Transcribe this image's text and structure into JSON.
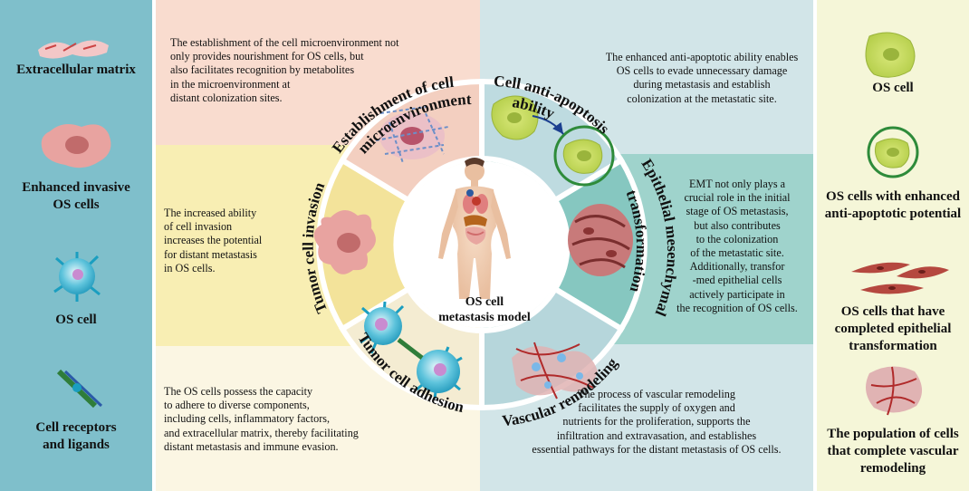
{
  "left_legend": {
    "items": [
      {
        "label": "Extracellular matrix",
        "icon": "extracellular-matrix-icon"
      },
      {
        "label": "Enhanced invasive\nOS cells",
        "icon": "invasive-cell-icon"
      },
      {
        "label": "OS cell",
        "icon": "os-cell-icon"
      },
      {
        "label": "Cell receptors\nand ligands",
        "icon": "receptor-ligand-icon"
      }
    ]
  },
  "right_legend": {
    "items": [
      {
        "label": "OS cell",
        "icon": "green-cell-icon"
      },
      {
        "label": "OS cells with enhanced\nanti-apoptotic potential",
        "icon": "ringed-cell-icon"
      },
      {
        "label": "OS cells that have\ncompleted epithelial\ntransformation",
        "icon": "spindle-cells-icon"
      },
      {
        "label": "The population of cells\nthat complete vascular\nremodeling",
        "icon": "vascular-cells-icon"
      }
    ]
  },
  "center": {
    "label": "OS cell\nmetastasis model",
    "icon": "human-body-icon"
  },
  "segments": {
    "microenvironment": {
      "title_line1": "Establishment of cell",
      "title_line2": "microenvironment",
      "text": "The establishment of the cell microenvironment not\nonly provides nourishment for OS cells, but\nalso facilitates recognition by metabolites\nin the microenvironment at\ndistant colonization sites."
    },
    "anti_apoptosis": {
      "title_line1": "Cell anti-apoptosis",
      "title_line2": "ability",
      "text": "The enhanced anti-apoptotic ability enables\nOS cells to evade unnecessary damage\nduring metastasis and establish\ncolonization at the metastatic site."
    },
    "invasion": {
      "title_line1": "Tumor cell invasion",
      "text": "The increased ability\nof cell invasion\nincreases the potential\nfor distant metastasis\nin OS cells."
    },
    "emt": {
      "title_line1": "Epithelial mesenchymal",
      "title_line2": "transformation",
      "text": "EMT not only plays a\ncrucial role in the initial\nstage of OS metastasis,\nbut also contributes\nto the colonization\nof the metastatic site.\nAdditionally, transfor\n-med epithelial cells\nactively participate in\nthe recognition of OS cells."
    },
    "adhesion": {
      "title_line1": "Tumor cell adhesion",
      "text": "The OS cells possess the capacity\nto adhere to diverse components,\nincluding cells, inflammatory factors,\nand extracellular matrix, thereby facilitating\ndistant metastasis and immune evasion."
    },
    "vascular": {
      "title_line1": "Vascular remodeling",
      "text": "The process of vascular remodeling\nfacilitates the supply of oxygen and\nnutrients for the proliferation, supports the\ninfiltration and extravasation, and establishes\nessential pathways for the distant metastasis of OS cells."
    }
  },
  "colors": {
    "left_panel": "#7fbfcb",
    "right_panel": "#f5f6d8",
    "peach": "#f9dccf",
    "light_blue": "#d2e5e8",
    "yellow": "#f8eeb3",
    "teal": "#9fd3cc",
    "cream": "#fbf6e3",
    "ring_pink": "#f3cfc0",
    "ring_blue": "#bedbe0",
    "ring_yellow": "#f3e39a",
    "ring_teal": "#86c7c0",
    "ring_cream": "#f4ecd2",
    "ring_blue2": "#b6d6db"
  }
}
